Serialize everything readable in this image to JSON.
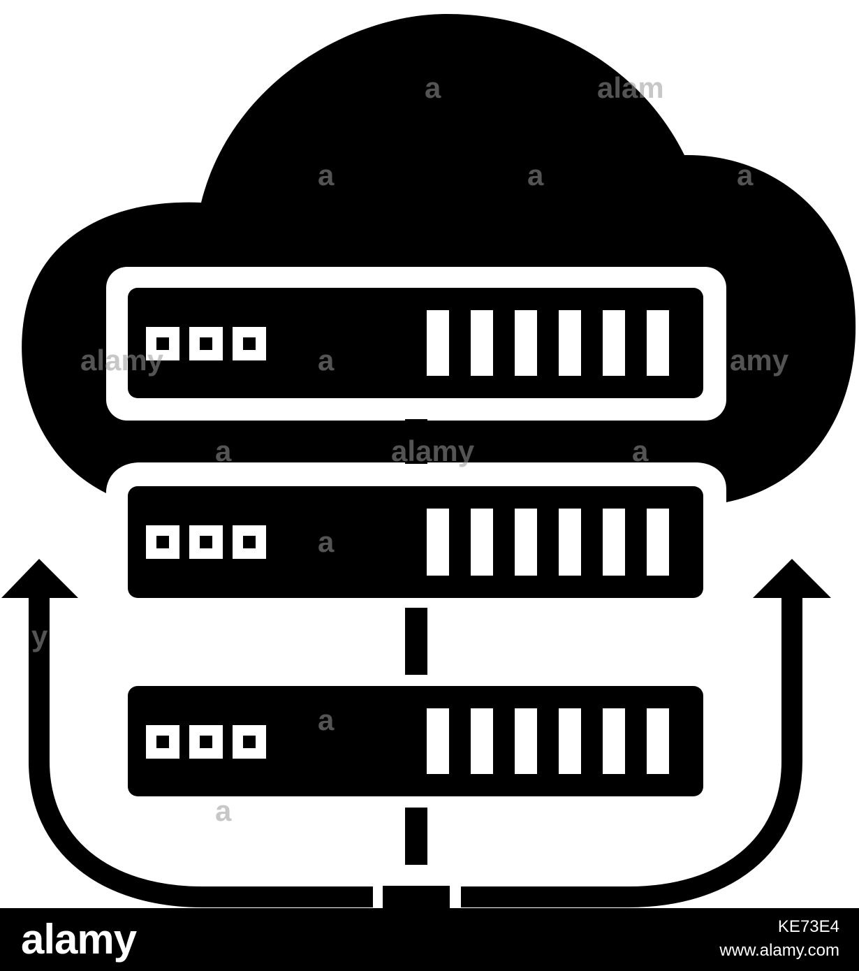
{
  "icon": {
    "name": "cloud-server-sync-icon",
    "foreground": "#000000",
    "background": "#ffffff"
  },
  "watermark": {
    "text": "alamy"
  },
  "footer": {
    "logo_text": "alamy",
    "image_id": "KE73E4",
    "site": "www.alamy.com",
    "background": "#000000",
    "text_color": "#ffffff"
  }
}
